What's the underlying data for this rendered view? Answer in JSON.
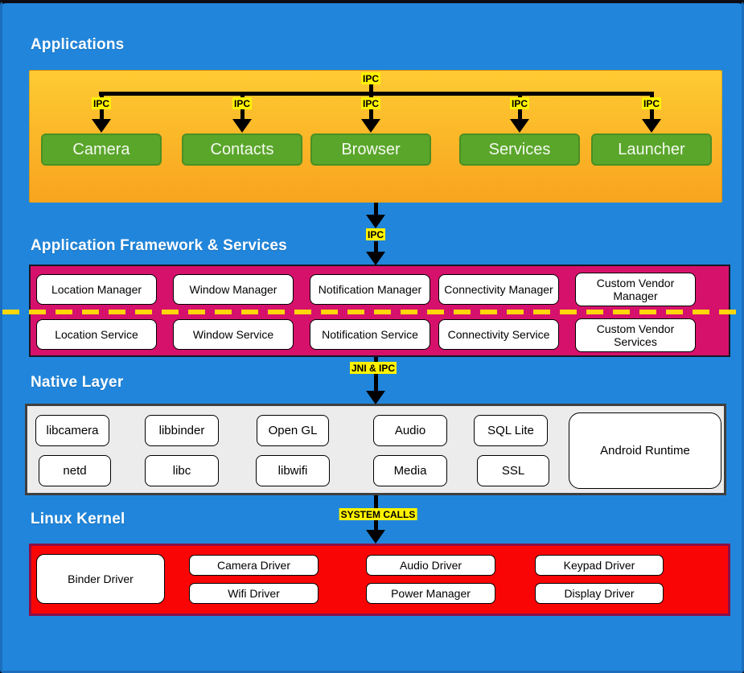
{
  "titles": {
    "applications": "Applications",
    "framework": "Application Framework & Services",
    "native": "Native Layer",
    "kernel": "Linux Kernel"
  },
  "labels": {
    "ipc": "IPC",
    "jni_ipc": "JNI & IPC",
    "system_calls": "SYSTEM CALLS"
  },
  "applications": {
    "items": [
      "Camera",
      "Contacts",
      "Browser",
      "Services",
      "Launcher"
    ]
  },
  "framework": {
    "managers": [
      "Location Manager",
      "Window Manager",
      "Notification Manager",
      "Connectivity Manager",
      "Custom Vendor Manager"
    ],
    "services": [
      "Location Service",
      "Window Service",
      "Notification Service",
      "Connectivity Service",
      "Custom Vendor Services"
    ]
  },
  "native": {
    "row1": [
      "libcamera",
      "libbinder",
      "Open GL",
      "Audio",
      "SQL Lite"
    ],
    "row2": [
      "netd",
      "libc",
      "libwifi",
      "Media",
      "SSL"
    ],
    "runtime": "Android Runtime"
  },
  "kernel": {
    "binder": "Binder Driver",
    "row1": [
      "Camera Driver",
      "Audio Driver",
      "Keypad Driver"
    ],
    "row2": [
      "Wifi Driver",
      "Power Manager",
      "Display Driver"
    ]
  },
  "colors": {
    "background_blue": "#2186DB",
    "applications_orange_top": "#FECB33",
    "applications_orange_bottom": "#F8A41E",
    "app_node_green": "#5AA62B",
    "framework_magenta": "#D6116C",
    "native_gray": "#ECECEC",
    "kernel_red": "#FA0505",
    "highlight_yellow": "#FFF200",
    "dashed_line_yellow": "#FFD60A",
    "arrow_black": "#000000"
  }
}
